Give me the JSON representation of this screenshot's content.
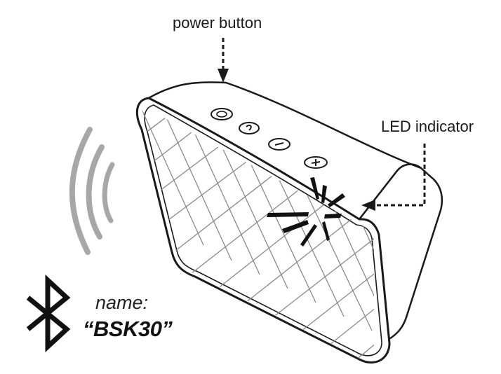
{
  "labels": {
    "power_button": "power button",
    "led_indicator": "LED indicator"
  },
  "bluetooth": {
    "name_label": "name:",
    "name_value": "“BSK30”"
  },
  "icons": [
    "power-icon",
    "phone-icon",
    "volume-down-icon",
    "volume-up-icon",
    "bluetooth-icon",
    "wireless-signal-icon"
  ],
  "colors": {
    "line": "#1a1a1a",
    "signal_waves": "#a7a7a7",
    "grille": "#8a8a8a"
  }
}
